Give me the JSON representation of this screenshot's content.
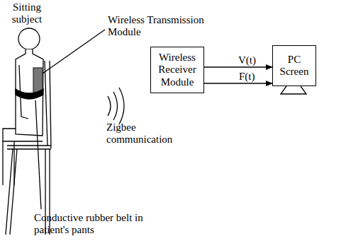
{
  "diagram": {
    "nodes": [
      {
        "text": [
          "Wireless Receiver Module"
        ]
      },
      {
        "text": [
          "PC Screen"
        ]
      }
    ],
    "edges": [
      {
        "from": 0,
        "to": 1,
        "arrow": "to",
        "label": "V(t)"
      },
      {
        "from": 0,
        "to": 1,
        "arrow": "to",
        "label": "F(t)"
      }
    ],
    "labels": [
      "Sitting subject",
      "Wireless Transmission Module",
      "Zigbee communication",
      "Conductive rubber belt in patient's pants"
    ]
  }
}
